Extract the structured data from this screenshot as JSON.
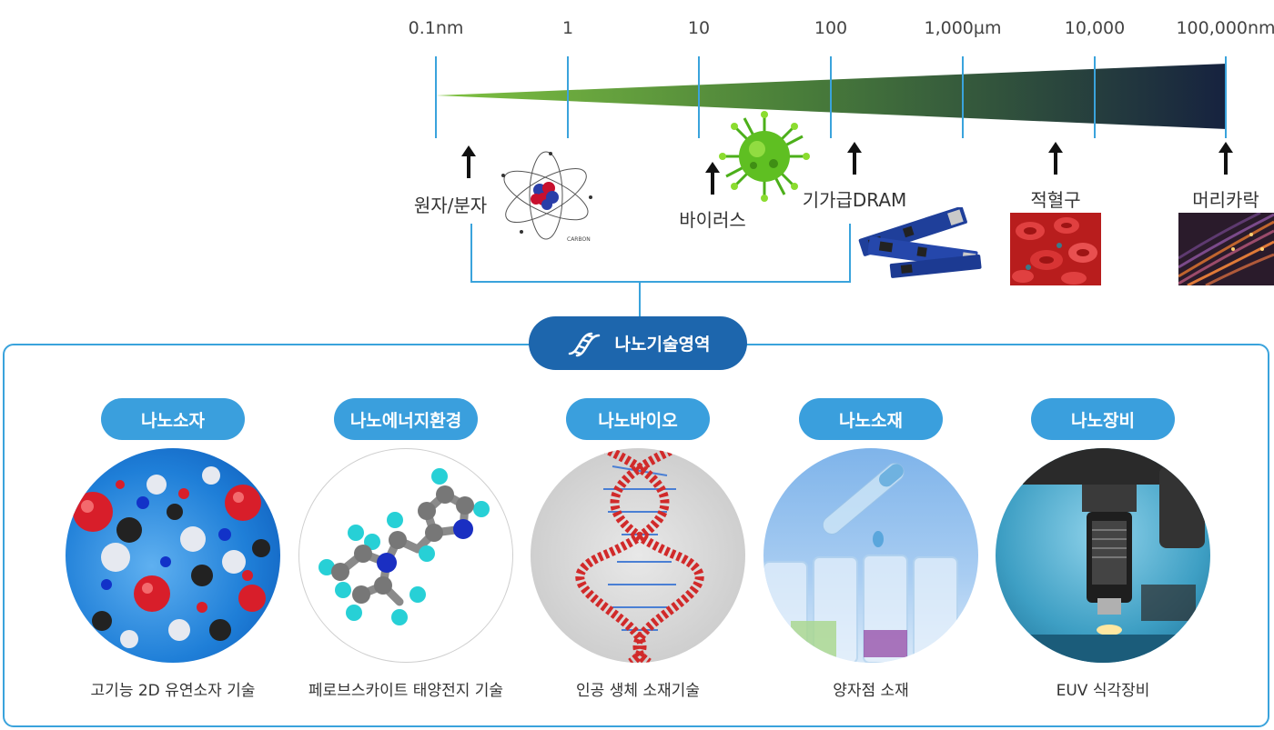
{
  "scale": {
    "ticks": [
      "0.1nm",
      "1",
      "10",
      "100",
      "1,000µm",
      "10,000",
      "100,000nm"
    ],
    "gradient_colors": [
      "#7fc241",
      "#1b2a4a"
    ],
    "line_color": "#3aa3dc"
  },
  "objects": [
    {
      "label": "원자/분자",
      "icon": "atom-icon"
    },
    {
      "label": "바이러스",
      "icon": "virus-icon"
    },
    {
      "label": "기가급DRAM",
      "icon": "circuit-board-icon"
    },
    {
      "label": "적혈구",
      "icon": "red-blood-cell-icon"
    },
    {
      "label": "머리카락",
      "icon": "hair-strand-icon"
    }
  ],
  "atom_caption": "CARBON",
  "nano_area": {
    "title": "나노기술영역",
    "icon": "dna-icon",
    "accent": "#1d66ad",
    "badge_color": "#3a9fdd"
  },
  "categories": [
    {
      "title": "나노소자",
      "desc": "고기능 2D 유연소자 기술",
      "icon": "molecules-icon"
    },
    {
      "title": "나노에너지환경",
      "desc": "페로브스카이트 태양전지 기술",
      "icon": "molecule-model-icon"
    },
    {
      "title": "나노바이오",
      "desc": "인공 생체 소재기술",
      "icon": "dna-helix-icon"
    },
    {
      "title": "나노소재",
      "desc": "양자점 소재",
      "icon": "test-tube-icon"
    },
    {
      "title": "나노장비",
      "desc": "EUV 식각장비",
      "icon": "microscope-icon"
    }
  ]
}
